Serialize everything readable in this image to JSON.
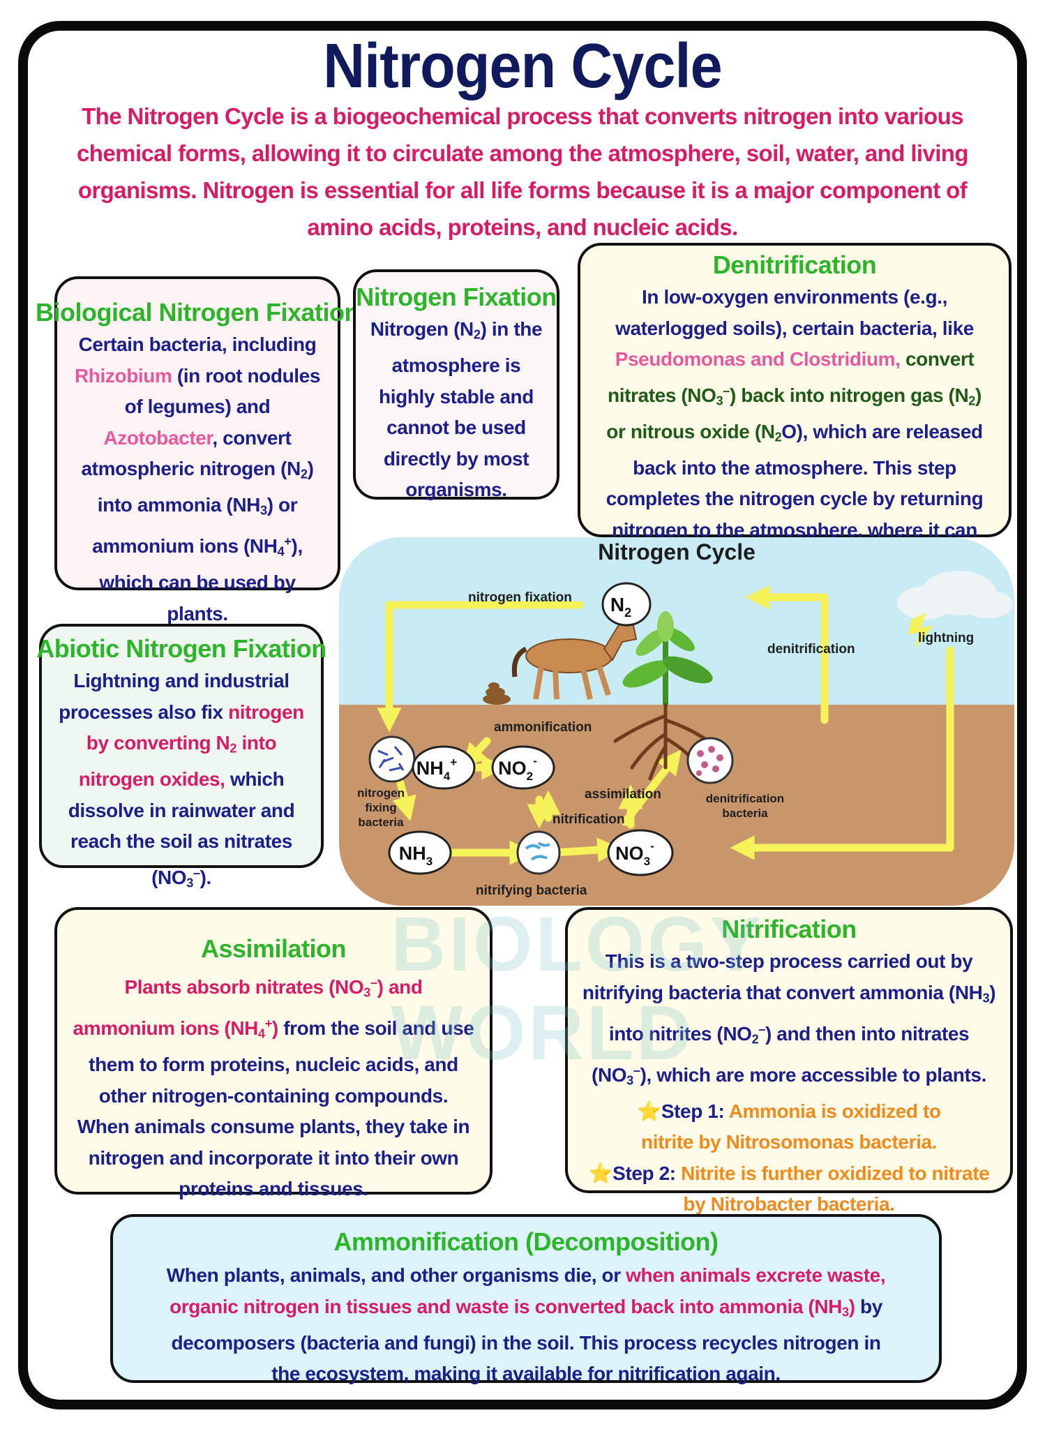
{
  "title": "Nitrogen Cycle",
  "intro": "The Nitrogen Cycle is a biogeochemical process that converts nitrogen into various chemical forms, allowing it to circulate among the atmosphere, soil, water, and living organisms. Nitrogen is essential for all life forms because it is a major component of amino acids, proteins, and nucleic acids.",
  "biological": {
    "heading": "Biological Nitrogen Fixation",
    "t1": "Certain bacteria, including",
    "rhizobium": "Rhizobium",
    "t2": " (in root nodules of legumes) and ",
    "azotobacter": "Azotobacter",
    "t3": ", convert atmospheric nitrogen (N",
    "n2sub": "2",
    "t4": ") into ammonia (NH",
    "nh3sub": "3",
    "t5": ") or ammonium ions (NH",
    "nh4sub": "4",
    "nh4sup": "+",
    "t6": "), which can be used by plants."
  },
  "fixation": {
    "heading": "Nitrogen Fixation",
    "t1": "Nitrogen (N",
    "sub": "2",
    "t2": ") in the atmosphere is highly stable and cannot be used directly by most organisms."
  },
  "denitrification": {
    "heading": "Denitrification",
    "t1": "In low-oxygen environments (e.g., waterlogged soils), certain bacteria, like ",
    "pink": "Pseudomonas and Clostridium,",
    "t2": " convert nitrates (NO",
    "no3sub": "3",
    "no3sup": "–",
    "t3": ") back into nitrogen gas (N",
    "n2sub": "2",
    "t4": ") or nitrous oxide (N",
    "n2osub": "2",
    "t5": "O), which are released back into the atmosphere. This step completes the nitrogen cycle by returning nitrogen to the atmosphere, where it can begin the cycle again."
  },
  "abiotic": {
    "heading": "Abiotic Nitrogen Fixation",
    "t1": "Lightning and industrial processes also fix ",
    "m1": "nitrogen by converting N",
    "msub": "2",
    "m2": " into nitrogen oxides,",
    "t2": " which dissolve in rainwater and reach the soil as nitrates (NO",
    "sub": "3",
    "sup": "–",
    "t3": ")."
  },
  "assimilation": {
    "heading": "Assimilation",
    "m1": "Plants absorb nitrates (NO",
    "msub1": "3",
    "msup1": "–",
    "m2": ") and ammonium ions (NH",
    "msub2": "4",
    "msup2": "+",
    "m3": ")",
    "t1": " from the soil and use them to form proteins, nucleic acids, and other nitrogen-containing compounds. When animals consume plants, they take in nitrogen and incorporate it into their own proteins and tissues."
  },
  "nitrification": {
    "heading": "Nitrification",
    "t1": "This is a two-step process carried out by nitrifying bacteria that convert ammonia (NH",
    "s1": "3",
    "t2": ") into nitrites (NO",
    "s2": "2",
    "p2": "–",
    "t3": ") and then into nitrates (NO",
    "s3": "3",
    "p3": "–",
    "t4": "), which are more accessible to plants.",
    "step1_label": "Step 1:",
    "step1_text": " Ammonia is oxidized to nitrite by Nitrosomonas bacteria.",
    "step2_label": "Step 2:",
    "step2_text": " Nitrite is further oxidized to nitrate by Nitrobacter bacteria.",
    "star": "⭐"
  },
  "ammonification": {
    "heading": "Ammonification (Decomposition)",
    "t1": "When plants, animals, and other organisms die, or ",
    "m1": "when animals excrete waste, organic nitrogen in tissues and waste is converted back into ammonia (NH",
    "msub": "3",
    "m2": ")",
    "t2": " by decomposers (bacteria and fungi) in the soil. This process recycles nitrogen in the ecosystem, making it available for nitrification again."
  },
  "diagram": {
    "title": "Nitrogen Cycle",
    "labels": {
      "nitrogen_fixation": "nitrogen fixation",
      "denitrification": "denitrification",
      "lightning": "lightning",
      "ammonification": "ammonification",
      "assimilation": "assimilation",
      "nitrification": "nitrification",
      "nitrogen_fixing_bacteria_1": "nitrogen",
      "nitrogen_fixing_bacteria_2": "fixing",
      "nitrogen_fixing_bacteria_3": "bacteria",
      "denitrification_bacteria_1": "denitrification",
      "denitrification_bacteria_2": "bacteria",
      "nitrifying_bacteria": "nitrifying bacteria"
    },
    "nodes": {
      "n2": "N",
      "n2_sub": "2",
      "nh4": "NH",
      "nh4_sub": "4",
      "nh4_sup": "+",
      "no2": "NO",
      "no2_sub": "2",
      "no2_sup": "-",
      "nh3": "NH",
      "nh3_sub": "3",
      "no3": "NO",
      "no3_sub": "3",
      "no3_sup": "-"
    }
  },
  "watermark": "BIOLOGY WORLD",
  "colors": {
    "title": "#101a5c",
    "heading_green": "#2db52a",
    "body_navy": "#1a1f8c",
    "accent_magenta": "#d81b66",
    "accent_pink": "#e8589f",
    "accent_orange": "#f08a1c",
    "arrow_yellow": "#f5f25a",
    "soil": "#c9966c",
    "sky": "#c9ebf4"
  }
}
